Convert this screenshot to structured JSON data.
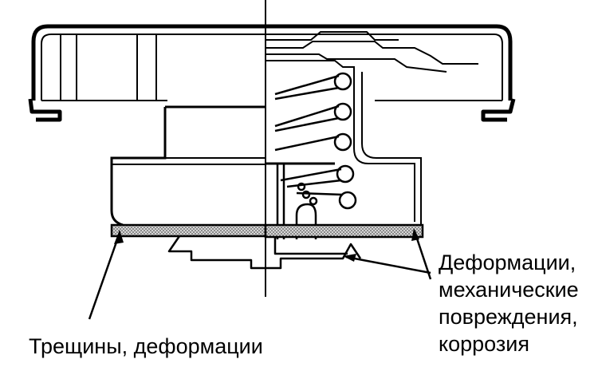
{
  "labels": {
    "left": "Трещины, деформации",
    "right_lines": [
      "Деформации,",
      "механические",
      "повреждения,",
      "коррозия"
    ]
  },
  "colors": {
    "line": "#000000",
    "gasket_fill": "#bdbdbd",
    "background": "#ffffff"
  }
}
